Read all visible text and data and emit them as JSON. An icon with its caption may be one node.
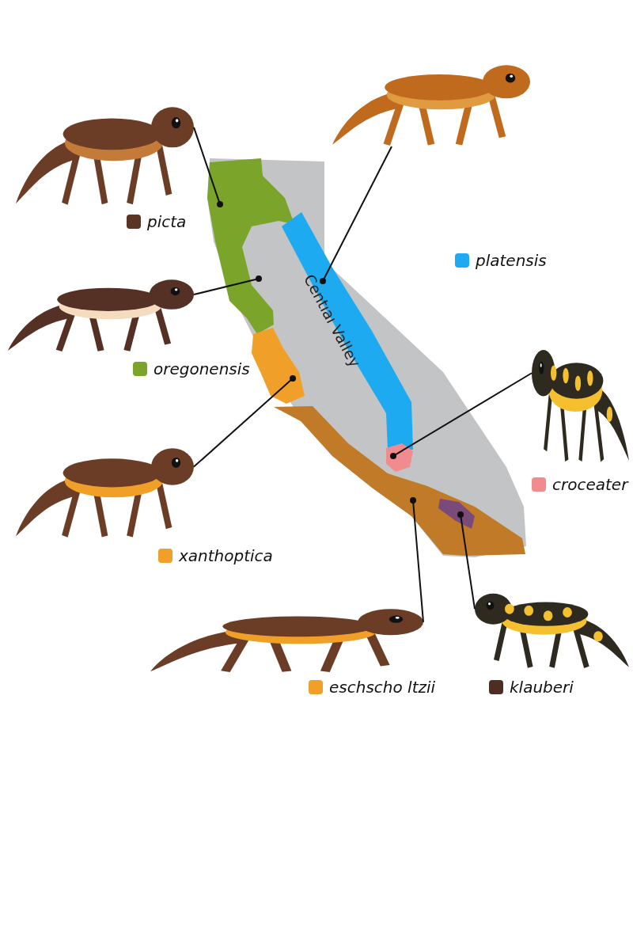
{
  "diagram": {
    "nodes": [
      {
        "text": [],
        "shape": "picture"
      },
      {
        "text": [],
        "shape": "picture"
      },
      {
        "text": [],
        "shape": "map"
      },
      {
        "text": [],
        "shape": "blob",
        "in": 2
      },
      {
        "text": [],
        "shape": "blob",
        "in": 2
      },
      {
        "text": [],
        "shape": "blob",
        "in": 2
      },
      {
        "text": [],
        "shape": "blob",
        "in": 2
      },
      {
        "text": [],
        "shape": "blob",
        "in": 2
      },
      {
        "text": [],
        "shape": "blob",
        "in": 7
      },
      {
        "text": [],
        "shape": "picture"
      },
      {
        "text": [],
        "shape": "picture"
      },
      {
        "text": [],
        "shape": "picture"
      },
      {
        "text": [],
        "shape": "picture"
      },
      {
        "text": [],
        "shape": "picture"
      }
    ],
    "edges": [
      {
        "from": 0,
        "to": 3,
        "arrow": "other"
      },
      {
        "from": 1,
        "to": 4,
        "arrow": "other"
      },
      {
        "from": 9,
        "to": 3,
        "arrow": "other"
      },
      {
        "from": 10,
        "to": 6,
        "arrow": "other"
      },
      {
        "from": 11,
        "to": 5,
        "arrow": "other"
      },
      {
        "from": 12,
        "to": 7,
        "arrow": "other"
      },
      {
        "from": 13,
        "to": 8,
        "arrow": "other"
      }
    ],
    "labels": [
      "Centıaı Valley"
    ],
    "legend": [
      {
        "text": "picta",
        "color": "#5a3424"
      },
      {
        "text": "platensis",
        "color": "#1eaaf0"
      },
      {
        "text": "oregonensis",
        "color": "#7aa52a"
      },
      {
        "text": "croceater",
        "color": "#f08c90"
      },
      {
        "text": "xanthoptica",
        "color": "#f0a028"
      },
      {
        "text": "eschscho ltzii",
        "color": "#f0a028"
      },
      {
        "text": "klauberi",
        "color": "#4e2e22"
      }
    ]
  }
}
